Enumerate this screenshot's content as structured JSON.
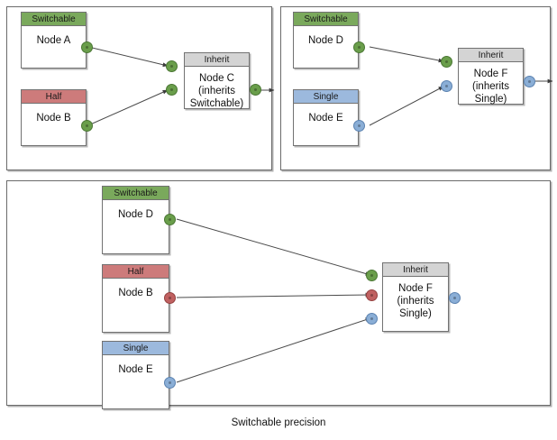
{
  "diagram": {
    "caption": "Switchable precision",
    "colors": {
      "switchable": "#7aa95c",
      "half": "#cd7b7b",
      "single": "#9cb9dd",
      "inherit": "#d4d4d4",
      "port_green": "#6a9e4b",
      "port_red": "#c06161",
      "port_blue": "#8aaed6",
      "edge": "#4a4a4a",
      "panel_border": "#6b6b6b"
    },
    "panels": [
      {
        "id": "panel-top-left",
        "nodes": [
          {
            "id": "node-a",
            "header": "Switchable",
            "body": "Node A"
          },
          {
            "id": "node-b",
            "header": "Half",
            "body": "Node B"
          },
          {
            "id": "node-c",
            "header": "Inherit",
            "body": "Node C\n(inherits\nSwitchable)"
          }
        ],
        "edges": [
          {
            "from": "node-a",
            "to": "node-c",
            "color": "green"
          },
          {
            "from": "node-b",
            "to": "node-c",
            "color": "green"
          }
        ]
      },
      {
        "id": "panel-top-right",
        "nodes": [
          {
            "id": "node-d",
            "header": "Switchable",
            "body": "Node D"
          },
          {
            "id": "node-e",
            "header": "Single",
            "body": "Node E"
          },
          {
            "id": "node-f",
            "header": "Inherit",
            "body": "Node F\n(inherits\nSingle)"
          }
        ],
        "edges": [
          {
            "from": "node-d",
            "to": "node-f",
            "color": "green"
          },
          {
            "from": "node-e",
            "to": "node-f",
            "color": "blue"
          }
        ]
      },
      {
        "id": "panel-bottom",
        "nodes": [
          {
            "id": "node-d2",
            "header": "Switchable",
            "body": "Node D"
          },
          {
            "id": "node-b2",
            "header": "Half",
            "body": "Node B"
          },
          {
            "id": "node-e2",
            "header": "Single",
            "body": "Node E"
          },
          {
            "id": "node-f2",
            "header": "Inherit",
            "body": "Node F\n(inherits\nSingle)"
          }
        ],
        "edges": [
          {
            "from": "node-d2",
            "to": "node-f2",
            "color": "green"
          },
          {
            "from": "node-b2",
            "to": "node-f2",
            "color": "red"
          },
          {
            "from": "node-e2",
            "to": "node-f2",
            "color": "blue"
          }
        ]
      }
    ],
    "labels": {
      "switchable": "Switchable",
      "half": "Half",
      "single": "Single",
      "inherit": "Inherit",
      "node_a": "Node A",
      "node_b": "Node B",
      "node_c_line1": "Node C",
      "node_c_line2": "(inherits",
      "node_c_line3": "Switchable)",
      "node_d": "Node D",
      "node_e": "Node E",
      "node_f_line1": "Node F",
      "node_f_line2": "(inherits",
      "node_f_line3": "Single)"
    }
  }
}
